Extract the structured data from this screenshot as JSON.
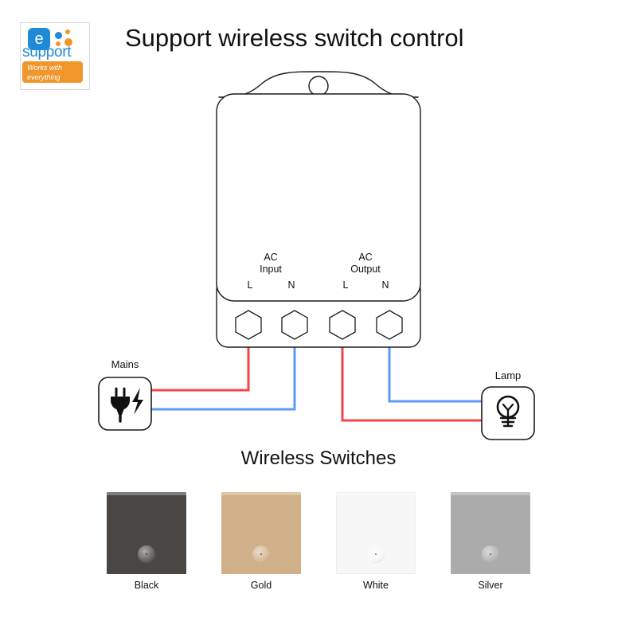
{
  "logo": {
    "tile_letter": "e",
    "wordmark": "support",
    "tagline_line1": "Works with",
    "tagline_line2": "everything",
    "tile_color": "#1f8ad6",
    "accent_color": "#f0962a"
  },
  "header": {
    "title": "Support wireless switch control"
  },
  "device": {
    "ac_input_line1": "AC",
    "ac_input_line2": "Input",
    "ac_output_line1": "AC",
    "ac_output_line2": "Output",
    "terminals": [
      "L",
      "N",
      "L",
      "N"
    ],
    "button_name": "pairing-button"
  },
  "wiring": {
    "mains_label": "Mains",
    "lamp_label": "Lamp",
    "live_color": "#f4464a",
    "neutral_color": "#5b9bf8"
  },
  "switches_section": {
    "heading": "Wireless Switches",
    "items": [
      {
        "label": "Black",
        "color": "#4a4644"
      },
      {
        "label": "Gold",
        "color": "#cfb088"
      },
      {
        "label": "White",
        "color": "#f7f7f7"
      },
      {
        "label": "Silver",
        "color": "#ababab"
      }
    ]
  }
}
